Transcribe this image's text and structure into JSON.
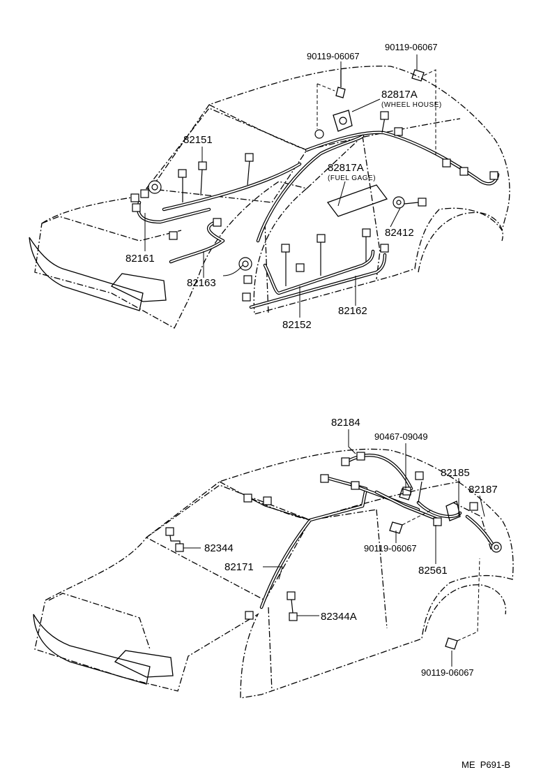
{
  "top_view": {
    "labels": {
      "bolt_left": "90119-06067",
      "bolt_right": "90119-06067",
      "wheel_house_no": "82817A",
      "wheel_house_desc": "(WHEEL HOUSE)",
      "fuel_gage_no": "82817A",
      "fuel_gage_desc": "(FUEL GAGE)",
      "p82151": "82151",
      "p82161": "82161",
      "p82163": "82163",
      "p82152": "82152",
      "p82162": "82162",
      "p82412": "82412"
    }
  },
  "bottom_view": {
    "labels": {
      "p82184": "82184",
      "p90467": "90467-09049",
      "p82185": "82185",
      "p82187": "82187",
      "p82344": "82344",
      "p82171": "82171",
      "bolt_mid": "90119-06067",
      "p82561": "82561",
      "p82344A": "82344A",
      "bolt_bottom": "90119-06067"
    }
  },
  "footer": {
    "code": "ME  P691-B"
  }
}
